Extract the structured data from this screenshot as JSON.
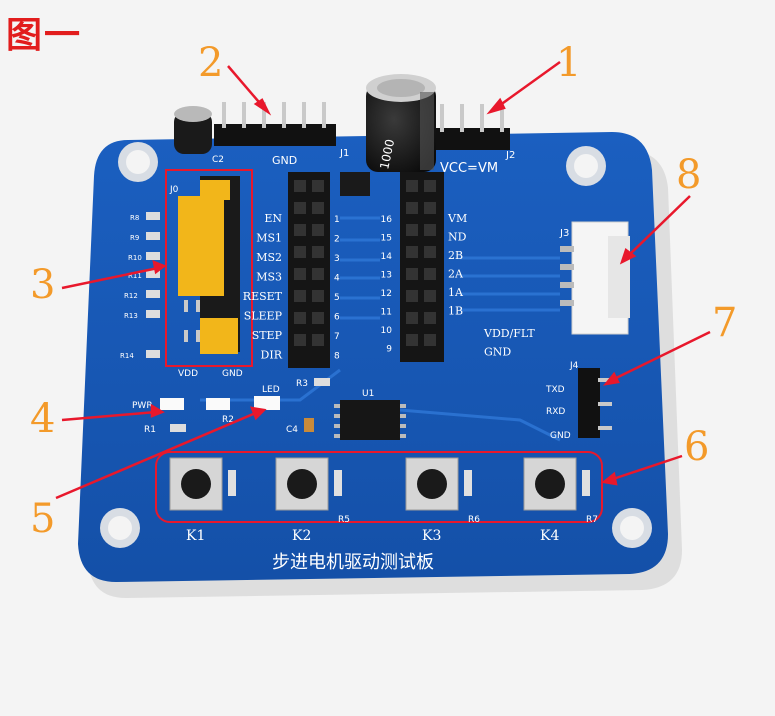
{
  "figure_label": "图一",
  "callouts": [
    "1",
    "2",
    "3",
    "4",
    "5",
    "6",
    "7",
    "8"
  ],
  "board": {
    "title": "步进电机驱动测试板",
    "connector_j1": {
      "ref": "J1",
      "label": "GND"
    },
    "connector_j2": {
      "ref": "J2",
      "label": "VCC=VM"
    },
    "connector_j3": {
      "ref": "J3"
    },
    "connector_j4": {
      "ref": "J4",
      "pins": [
        "TXD",
        "RXD",
        "GND"
      ]
    },
    "jumper_block": {
      "ref": "J0",
      "labels": [
        "VDD",
        "GND"
      ]
    },
    "left_pins": [
      {
        "name": "EN",
        "num": "1"
      },
      {
        "name": "MS1",
        "num": "2"
      },
      {
        "name": "MS2",
        "num": "3"
      },
      {
        "name": "MS3",
        "num": "4"
      },
      {
        "name": "RESET",
        "num": "5"
      },
      {
        "name": "SLEEP",
        "num": "6"
      },
      {
        "name": "STEP",
        "num": "7"
      },
      {
        "name": "DIR",
        "num": "8"
      }
    ],
    "right_pins": [
      {
        "num": "16",
        "name": "VM"
      },
      {
        "num": "15",
        "name": "ND"
      },
      {
        "num": "14",
        "name": "2B"
      },
      {
        "num": "13",
        "name": "2A"
      },
      {
        "num": "12",
        "name": "1A"
      },
      {
        "num": "11",
        "name": "1B"
      },
      {
        "num": "10",
        "name": "VDD/FLT"
      },
      {
        "num": "9",
        "name": "GND"
      }
    ],
    "resistors_left": [
      "R8",
      "R9",
      "R10",
      "R11",
      "R12",
      "R13",
      "R14"
    ],
    "pwr_label": "PWR",
    "led_label": "LED",
    "r1": "R1",
    "r2": "R2",
    "r3": "R3",
    "c2": "C2",
    "c4": "C4",
    "u1": "U1",
    "cap_marking": "1000",
    "buttons": [
      {
        "label": "K1"
      },
      {
        "label": "K2",
        "res": "R5"
      },
      {
        "label": "K3",
        "res": "R6"
      },
      {
        "label": "K4",
        "res": "R7"
      }
    ]
  }
}
